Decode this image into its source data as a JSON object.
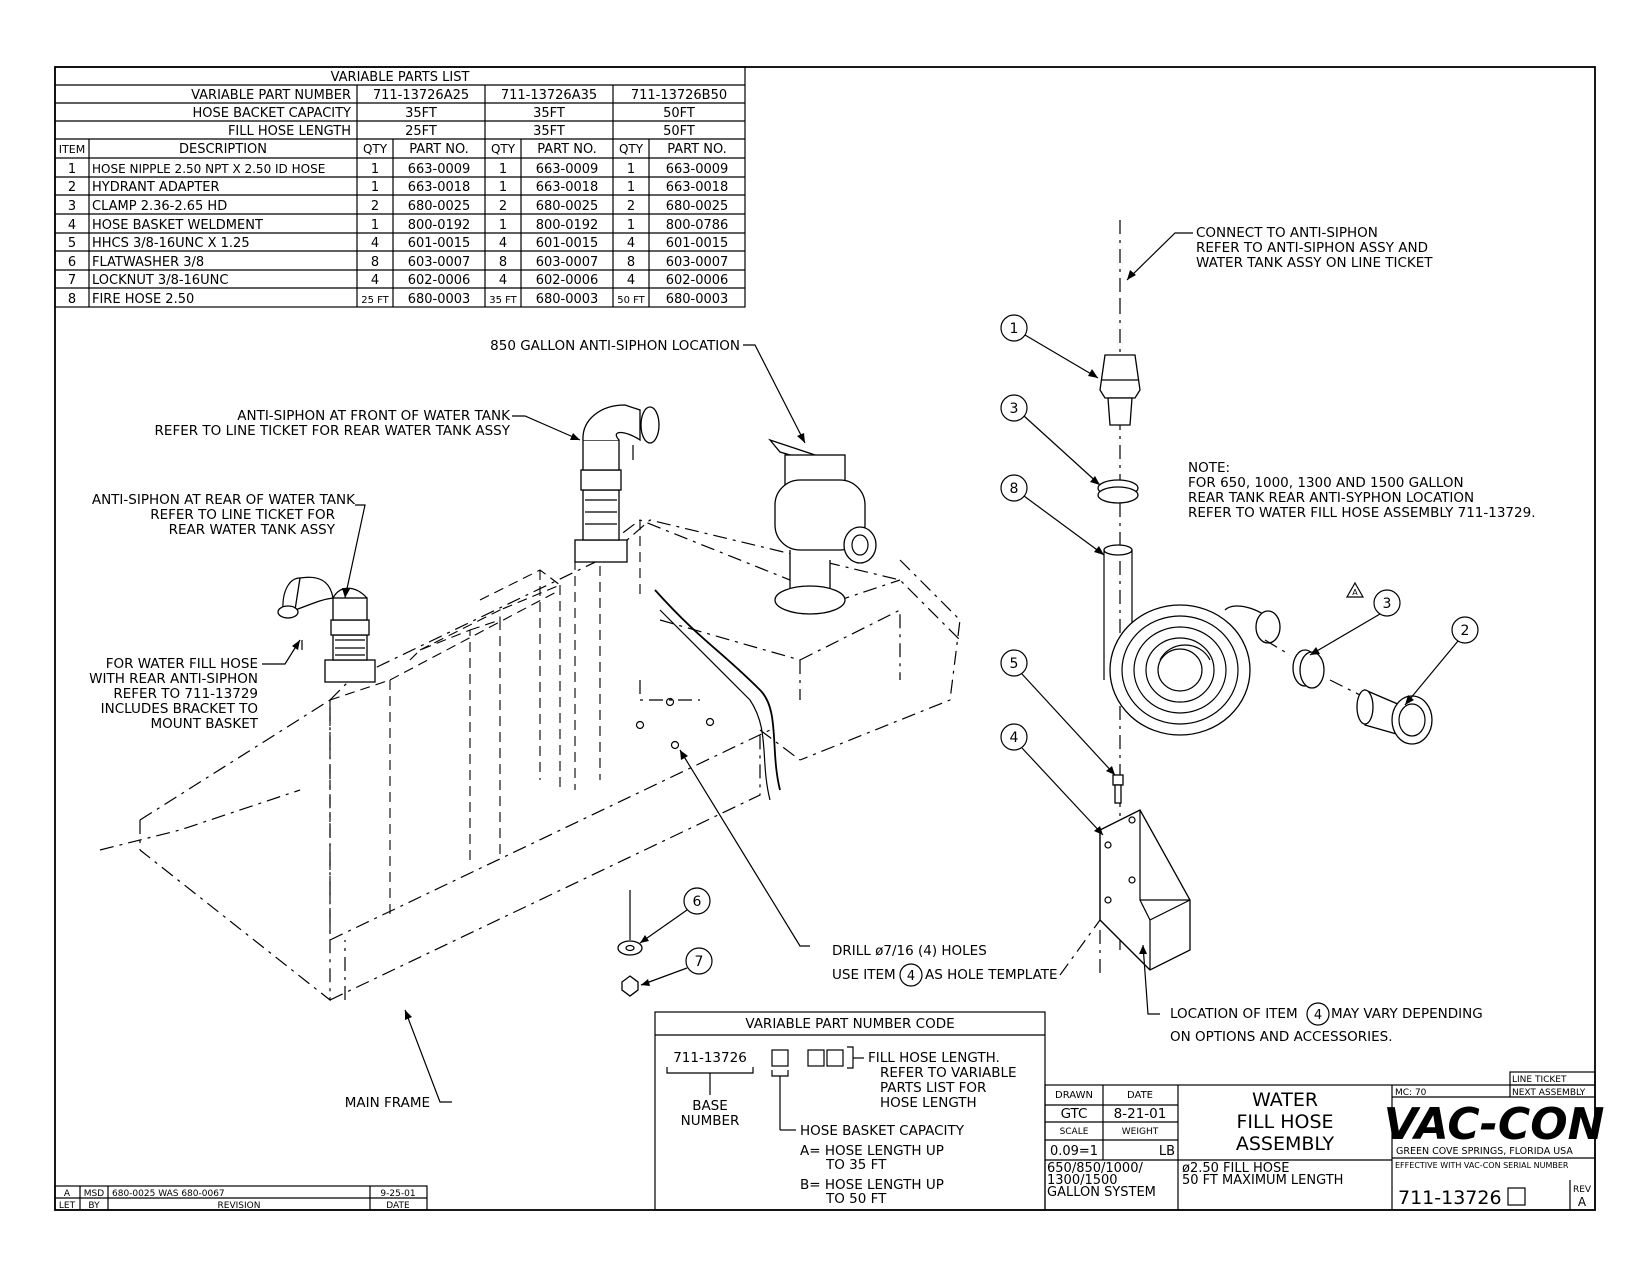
{
  "parts_table": {
    "title": "VARIABLE PARTS LIST",
    "header_rows": [
      {
        "label": "VARIABLE PART NUMBER",
        "values": [
          "711-13726A25",
          "711-13726A35",
          "711-13726B50"
        ]
      },
      {
        "label": "HOSE BACKET CAPACITY",
        "values": [
          "35FT",
          "35FT",
          "50FT"
        ]
      },
      {
        "label": "FILL HOSE LENGTH",
        "values": [
          "25FT",
          "35FT",
          "50FT"
        ]
      }
    ],
    "columns": [
      "ITEM",
      "DESCRIPTION",
      "QTY",
      "PART NO.",
      "QTY",
      "PART NO.",
      "QTY",
      "PART NO."
    ],
    "rows": [
      [
        "1",
        "HOSE NIPPLE 2.50 NPT X 2.50 ID HOSE",
        "1",
        "663-0009",
        "1",
        "663-0009",
        "1",
        "663-0009"
      ],
      [
        "2",
        "HYDRANT ADAPTER",
        "1",
        "663-0018",
        "1",
        "663-0018",
        "1",
        "663-0018"
      ],
      [
        "3",
        "CLAMP 2.36-2.65 HD",
        "2",
        "680-0025",
        "2",
        "680-0025",
        "2",
        "680-0025"
      ],
      [
        "4",
        "HOSE BASKET WELDMENT",
        "1",
        "800-0192",
        "1",
        "800-0192",
        "1",
        "800-0786"
      ],
      [
        "5",
        "HHCS 3/8-16UNC X 1.25",
        "4",
        "601-0015",
        "4",
        "601-0015",
        "4",
        "601-0015"
      ],
      [
        "6",
        "FLATWASHER 3/8",
        "8",
        "603-0007",
        "8",
        "603-0007",
        "8",
        "603-0007"
      ],
      [
        "7",
        "LOCKNUT 3/8-16UNC",
        "4",
        "602-0006",
        "4",
        "602-0006",
        "4",
        "602-0006"
      ],
      [
        "8",
        "FIRE HOSE 2.50",
        "25 FT",
        "680-0003",
        "35 FT",
        "680-0003",
        "50 FT",
        "680-0003"
      ]
    ]
  },
  "notes": {
    "connect": [
      "CONNECT TO ANTI-SIPHON",
      "REFER TO ANTI-SIPHON ASSY AND",
      "WATER TANK ASSY ON LINE TICKET"
    ],
    "note": [
      "NOTE:",
      "FOR 650, 1000, 1300 AND 1500 GALLON",
      "REAR TANK REAR ANTI-SYPHON LOCATION",
      "REFER TO WATER FILL HOSE ASSEMBLY 711-13729."
    ],
    "loc850": "850 GALLON ANTI-SIPHON LOCATION",
    "front": [
      "ANTI-SIPHON AT FRONT OF WATER TANK",
      "REFER TO LINE TICKET FOR REAR WATER TANK ASSY"
    ],
    "rear": [
      "ANTI-SIPHON AT REAR OF WATER TANK",
      "REFER TO LINE TICKET FOR",
      "REAR WATER TANK ASSY"
    ],
    "fill": [
      "FOR WATER FILL HOSE",
      "WITH REAR ANTI-SIPHON",
      "REFER TO 711-13729",
      "INCLUDES BRACKET TO",
      "MOUNT BASKET"
    ],
    "drill": [
      "DRILL ø7/16 (4) HOLES",
      "USE ITEM",
      "AS HOLE TEMPLATE"
    ],
    "location": [
      "LOCATION OF ITEM",
      "MAY VARY DEPENDING",
      "ON OPTIONS AND ACCESSORIES."
    ],
    "main_frame": "MAIN FRAME",
    "hole_item": "4"
  },
  "balloons": [
    "1",
    "3",
    "8",
    "3",
    "2",
    "5",
    "4",
    "6",
    "7"
  ],
  "code": {
    "title": "VARIABLE PART NUMBER CODE",
    "base": "711-13726",
    "base_label": [
      "BASE",
      "NUMBER"
    ],
    "fill": [
      "FILL HOSE LENGTH.",
      "REFER TO VARIABLE",
      "PARTS LIST FOR",
      "HOSE LENGTH"
    ],
    "basket": "HOSE BASKET CAPACITY",
    "a": [
      "A= HOSE LENGTH UP",
      "TO 35 FT"
    ],
    "b": [
      "B= HOSE LENGTH UP",
      "TO 50 FT"
    ]
  },
  "title_block": {
    "drawn_label": "DRAWN",
    "drawn": "GTC",
    "date_label": "DATE",
    "date": "8-21-01",
    "scale_label": "SCALE",
    "scale": "0.09=1",
    "weight_label": "WEIGHT",
    "weight_unit": "LB",
    "title": [
      "WATER",
      "FILL HOSE",
      "ASSEMBLY"
    ],
    "system": [
      "650/850/1000/",
      "1300/1500",
      "GALLON SYSTEM"
    ],
    "desc": [
      "ø2.50 FILL HOSE",
      "50 FT MAXIMUM LENGTH"
    ],
    "line_ticket": "LINE TICKET",
    "mc": "MC: 70",
    "next_assembly": "NEXT ASSEMBLY",
    "logo": "VAC-CON",
    "city": "GREEN COVE SPRINGS, FLORIDA USA",
    "effective": "EFFECTIVE WITH VAC-CON SERIAL NUMBER",
    "dwg_no": "711-13726",
    "rev_label": "REV",
    "rev": "A"
  },
  "revision": {
    "let": "A",
    "by": "MSD",
    "desc": "680-0025 WAS 680-0067",
    "date": "9-25-01",
    "headers": [
      "LET",
      "BY",
      "REVISION",
      "DATE"
    ]
  }
}
